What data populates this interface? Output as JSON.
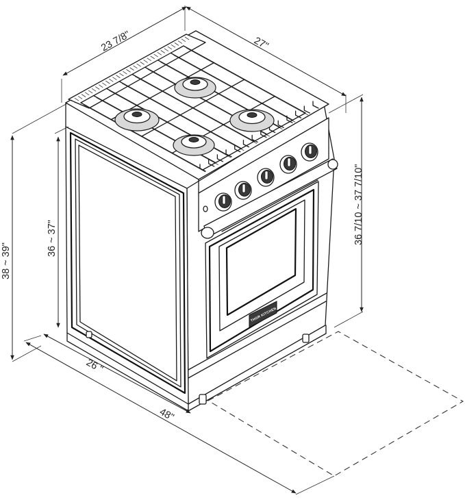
{
  "dimensions": {
    "top_width": "23 7/8\"",
    "top_depth": "27\"",
    "side_height": "38 ~ 39\"",
    "cabinet_height": "36 ~ 37\"",
    "range_height": "36 7/10 ~ 37  7/10\"",
    "base_depth": "26 \"",
    "clearance_depth": "48\""
  },
  "badge_text": "THOR KITCHEN"
}
